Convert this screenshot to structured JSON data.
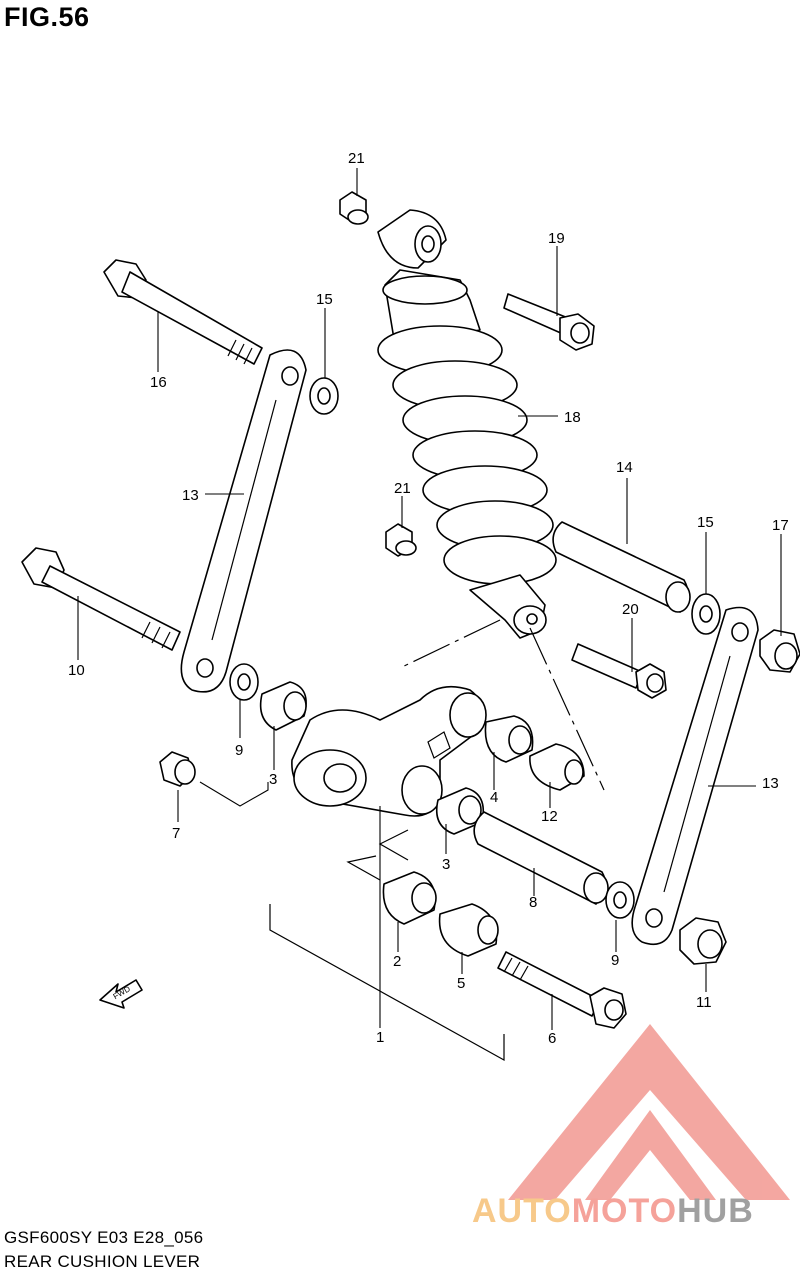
{
  "figure": {
    "title": "FIG.56"
  },
  "footer": {
    "model_line": "GSF600SY E03 E28_056",
    "caption": "REAR CUSHION LEVER"
  },
  "direction_marker": {
    "label": "FWD"
  },
  "watermark": {
    "part_a": "AUTO",
    "part_b": "MOTO",
    "part_c": "HUB",
    "colors": {
      "auto": "#f7c98a",
      "moto": "#f5a29a",
      "hub": "#a0a0a0",
      "logo": "#f08a82"
    }
  },
  "callouts": {
    "c1": "1",
    "c2": "2",
    "c3a": "3",
    "c3b": "3",
    "c4": "4",
    "c5": "5",
    "c6": "6",
    "c7": "7",
    "c8": "8",
    "c9a": "9",
    "c9b": "9",
    "c10": "10",
    "c11": "11",
    "c12": "12",
    "c13a": "13",
    "c13b": "13",
    "c14": "14",
    "c15a": "15",
    "c15b": "15",
    "c16": "16",
    "c17": "17",
    "c18": "18",
    "c19": "19",
    "c20": "20",
    "c21a": "21",
    "c21b": "21"
  }
}
